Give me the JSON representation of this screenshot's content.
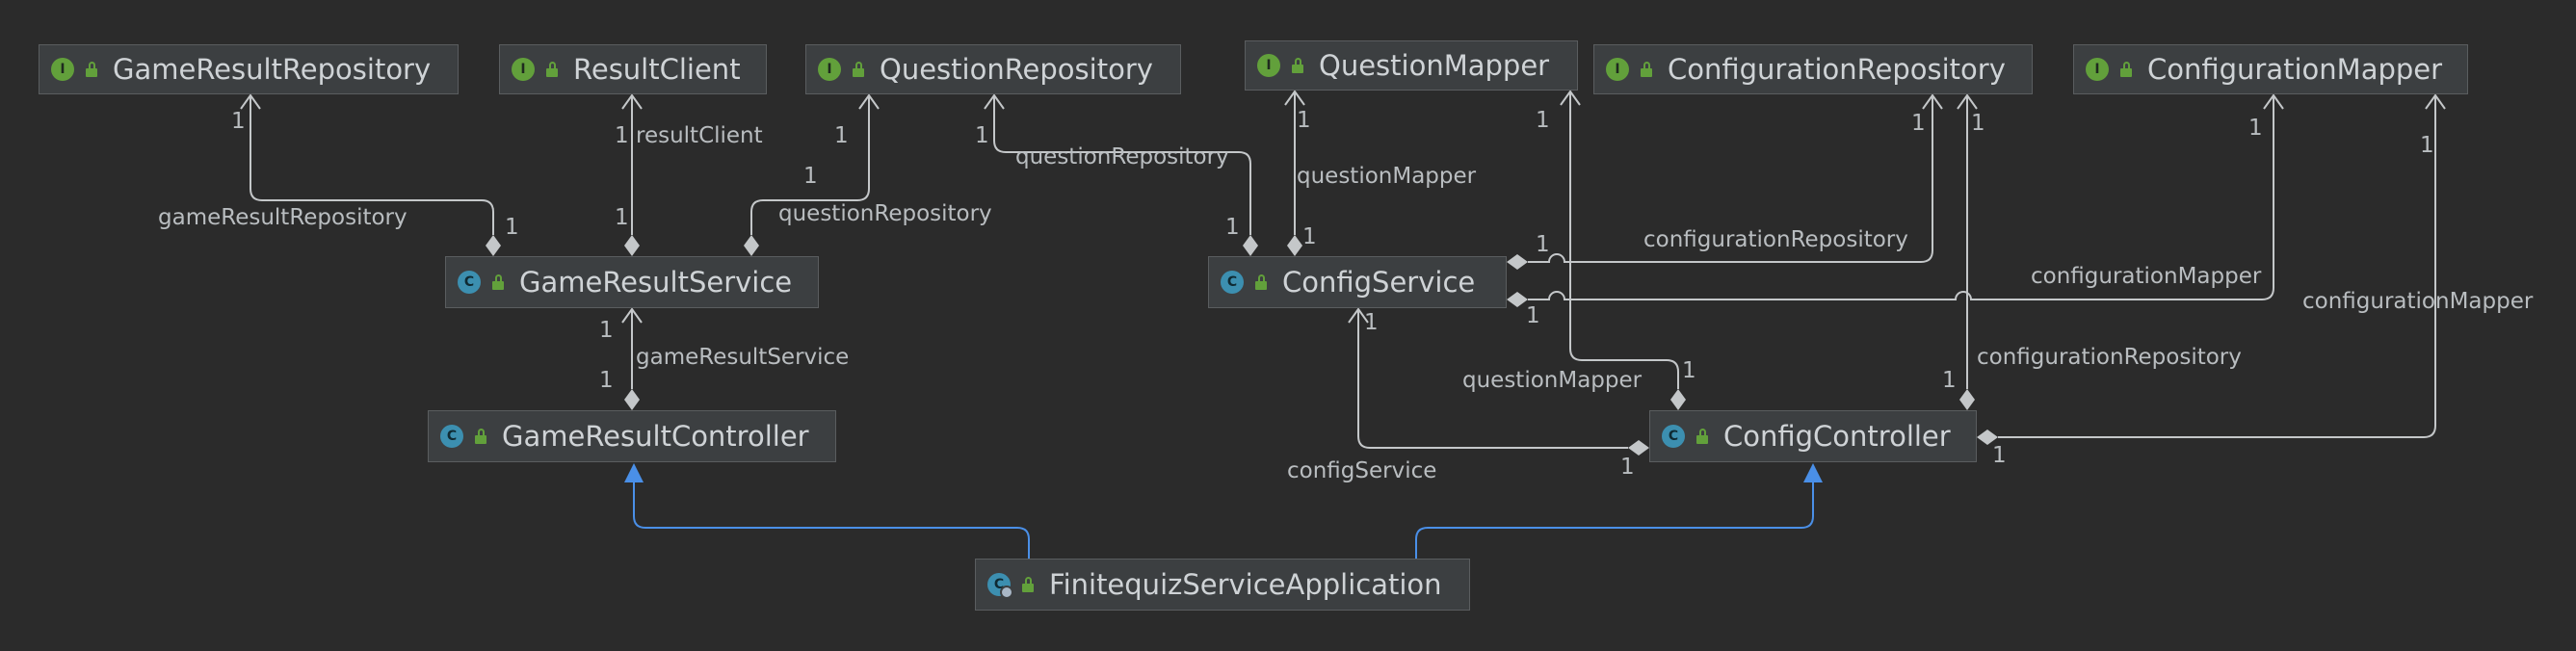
{
  "nodes": {
    "gameResultRepository": {
      "name": "GameResultRepository",
      "kind": "interface"
    },
    "resultClient": {
      "name": "ResultClient",
      "kind": "interface"
    },
    "questionRepository": {
      "name": "QuestionRepository",
      "kind": "interface"
    },
    "questionMapper": {
      "name": "QuestionMapper",
      "kind": "interface"
    },
    "configurationRepository": {
      "name": "ConfigurationRepository",
      "kind": "interface"
    },
    "configurationMapper": {
      "name": "ConfigurationMapper",
      "kind": "interface"
    },
    "gameResultService": {
      "name": "GameResultService",
      "kind": "class"
    },
    "configService": {
      "name": "ConfigService",
      "kind": "class"
    },
    "gameResultController": {
      "name": "GameResultController",
      "kind": "class"
    },
    "configController": {
      "name": "ConfigController",
      "kind": "class"
    },
    "application": {
      "name": "FinitequizServiceApplication",
      "kind": "application"
    }
  },
  "badges": {
    "interface": "I",
    "class": "C",
    "application": "C"
  },
  "edge_labels": {
    "gameResultRepository": "gameResultRepository",
    "resultClient": "resultClient",
    "questionRepository_grs": "questionRepository",
    "questionRepository_cs": "questionRepository",
    "questionMapper_cs": "questionMapper",
    "configurationRepository_cs": "configurationRepository",
    "configurationMapper_cs": "configurationMapper",
    "gameResultService": "gameResultService",
    "configService": "configService",
    "questionMapper_cc": "questionMapper",
    "configurationRepository_cc": "configurationRepository",
    "configurationMapper_cc": "configurationMapper"
  },
  "multiplicity": "1",
  "colors": {
    "background": "#2b2b2b",
    "node_fill": "#3c3f41",
    "edge": "#c4c7c9",
    "inheritance": "#4a8fe7",
    "interface_badge": "#62a03b",
    "class_badge": "#3c8fb0"
  }
}
